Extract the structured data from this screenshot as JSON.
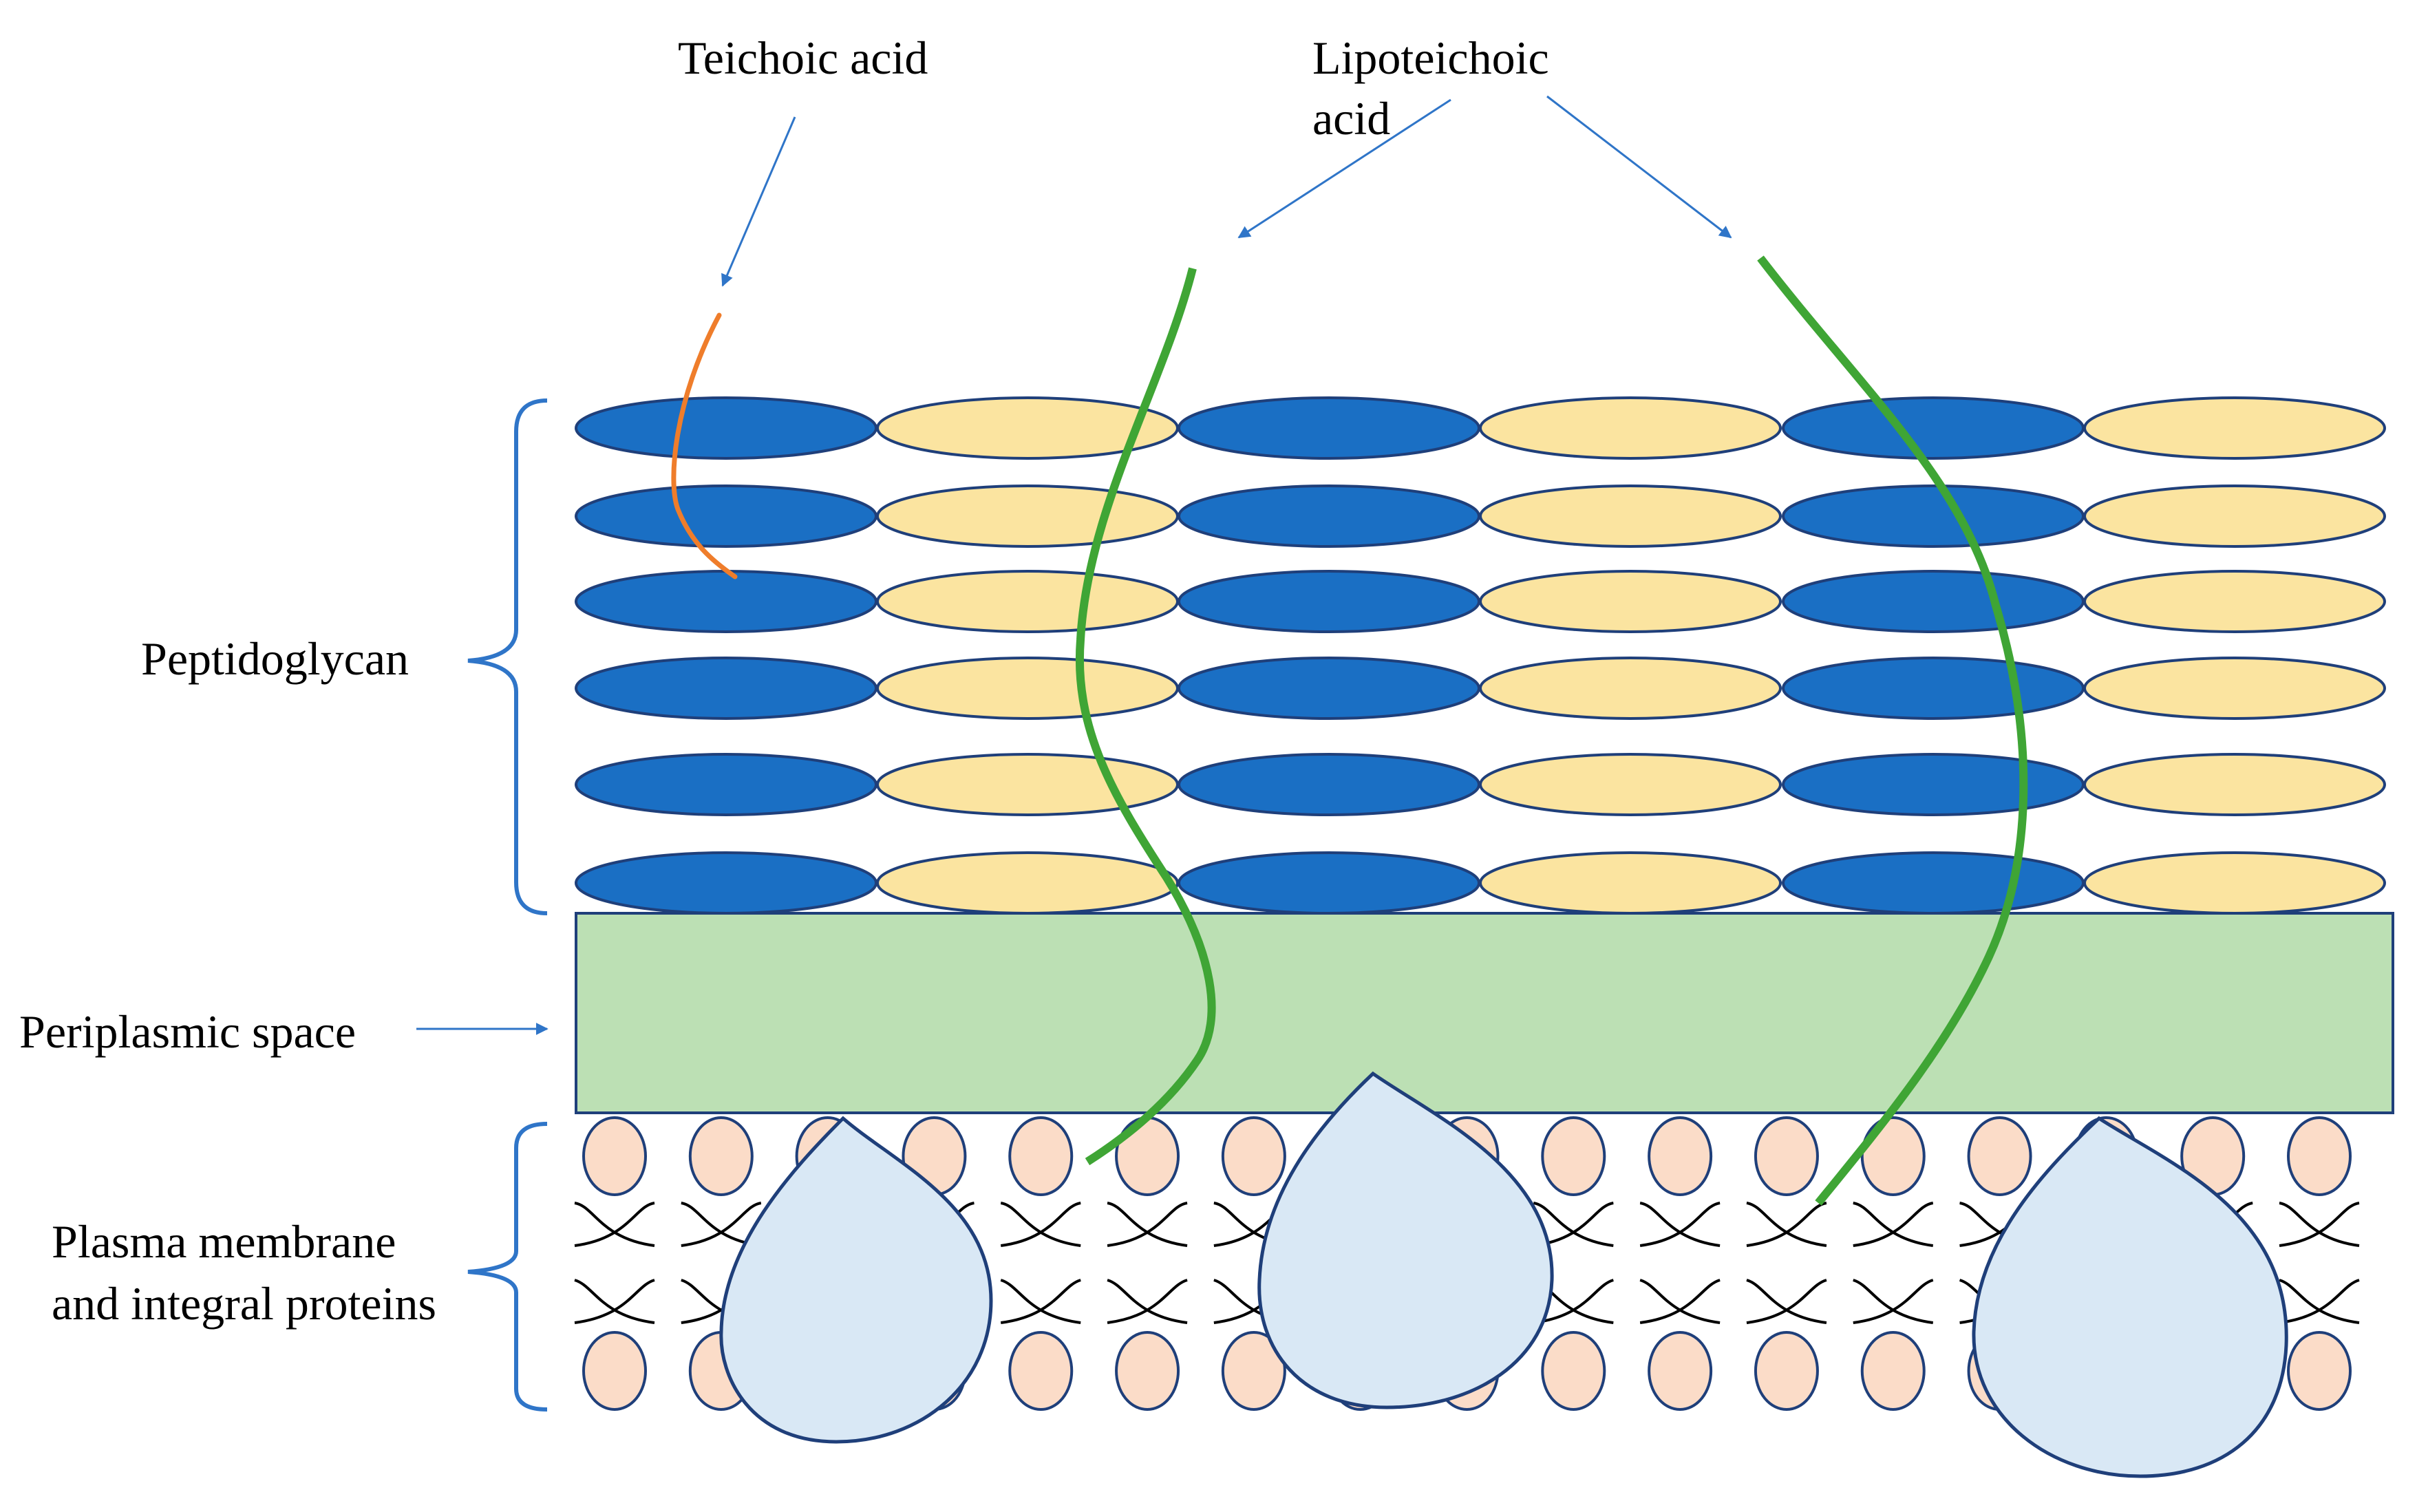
{
  "labels": {
    "teichoic_acid": "Teichoic  acid",
    "lipoteichoic_line1": "Lipoteichoic",
    "lipoteichoic_line2": "acid",
    "peptidoglycan": "Peptidoglycan",
    "periplasmic_space": "Periplasmic  space",
    "plasma_membrane_line1": "Plasma membrane",
    "plasma_membrane_line2": "and integral  proteins"
  },
  "layers": {
    "peptidoglycan_rows": 6,
    "peptidoglycan_columns": 6,
    "lipid_head_columns": 17
  },
  "colors": {
    "dark_blue": "#1a6fc4",
    "light_yellow": "#fbe4a0",
    "outline_navy": "#1f3f7a",
    "periplasm_green": "#bce0b4",
    "lipid_pink": "#fbdcc8",
    "protein_blue": "#d9e8f5",
    "arrow_blue": "#2f75c8",
    "teichoic_orange": "#ef7d2b",
    "lipoteichoic_green": "#3fa535",
    "bracket_blue": "#2f75c8"
  },
  "icons": {
    "lipid_tail": "lipid-tail-icon",
    "protein": "integral-protein-icon"
  }
}
